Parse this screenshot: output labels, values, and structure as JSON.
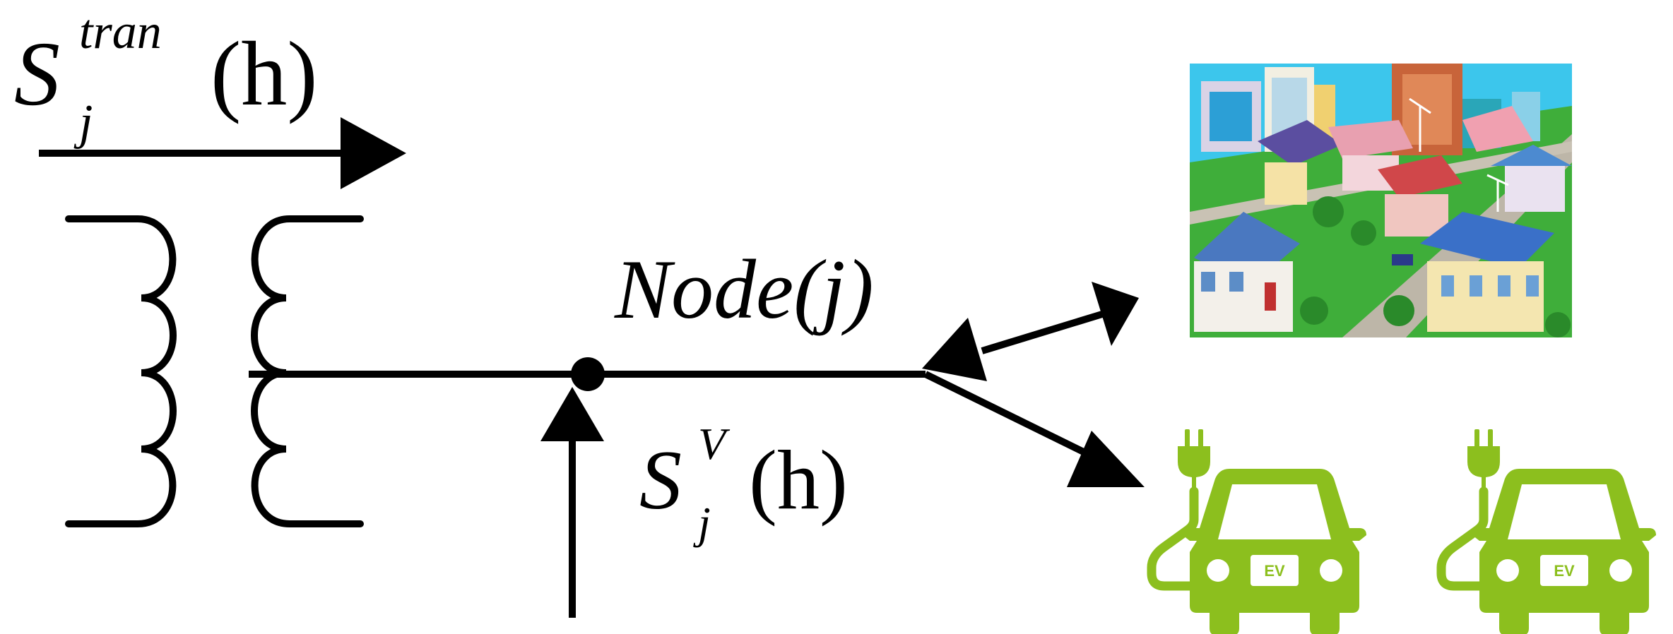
{
  "labels": {
    "transformer_flow": {
      "symbol": "S",
      "superscript": "tran",
      "subscript": "j",
      "argument": "(h)"
    },
    "node": "Node(j)",
    "injection_flow": {
      "symbol": "S",
      "superscript": "V",
      "subscript": "j",
      "argument": "(h)"
    },
    "ev_badge": "EV"
  },
  "colors": {
    "line": "#000000",
    "ev_green": "#8cbf1e"
  },
  "icons": {
    "city": "city-illustration",
    "ev": "ev-charging-car-icon"
  }
}
